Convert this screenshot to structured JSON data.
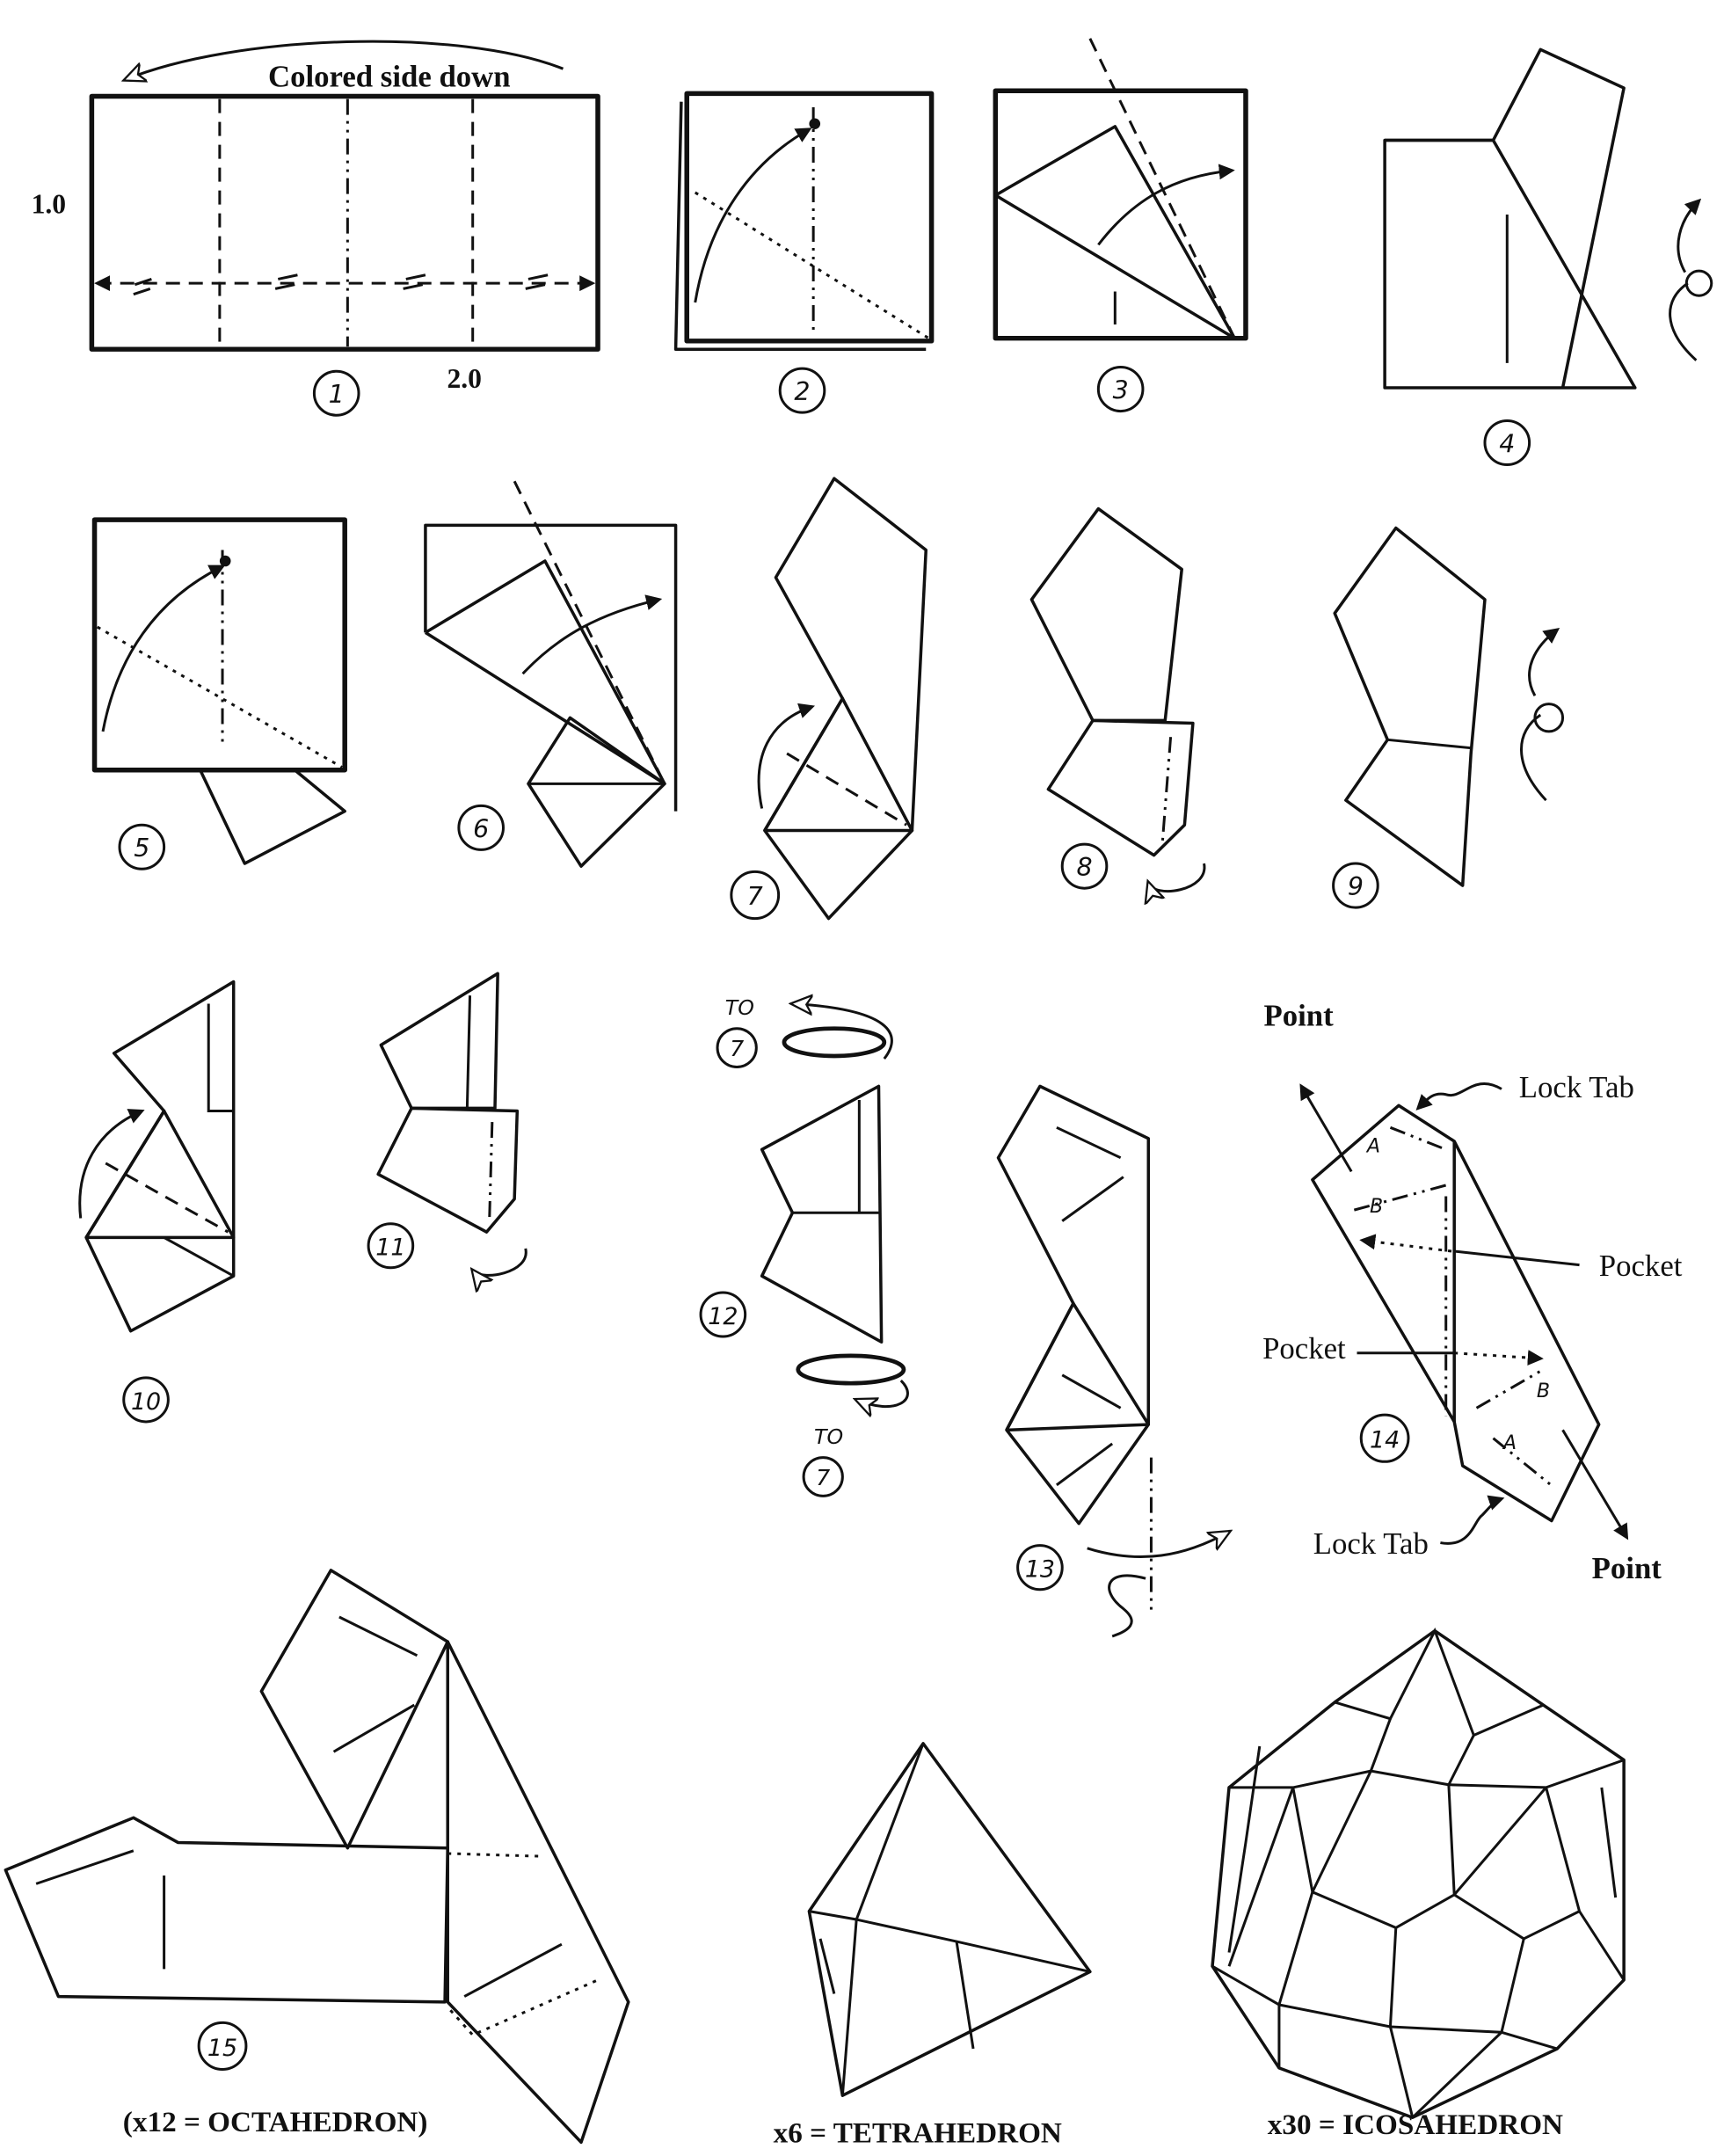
{
  "labels": {
    "top_note": "Colored side down",
    "dim_height": "1.0",
    "dim_width": "2.0",
    "point": "Point",
    "lock_tab": "Lock Tab",
    "pocket": "Pocket",
    "to": "TO",
    "to_step": "7",
    "mark_a": "A",
    "mark_b": "B"
  },
  "steps": [
    "1",
    "2",
    "3",
    "4",
    "5",
    "6",
    "7",
    "8",
    "9",
    "10",
    "11",
    "12",
    "13",
    "14",
    "15"
  ],
  "results": {
    "octahedron": "(x12 = OCTAHEDRON)",
    "tetrahedron": "x6  = TETRAHEDRON",
    "icosahedron": "x30 = ICOSAHEDRON"
  }
}
